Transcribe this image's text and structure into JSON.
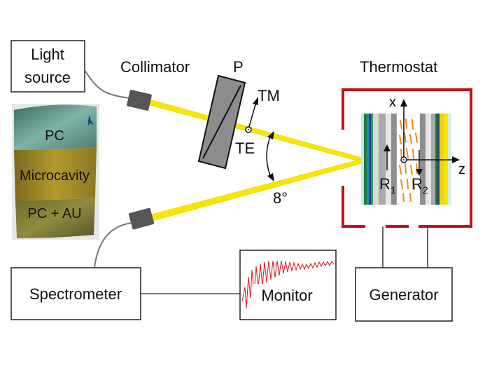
{
  "labels": {
    "light_source_line1": "Light",
    "light_source_line2": "source",
    "collimator": "Collimator",
    "polarizer": "P",
    "tm": "TM",
    "te": "TE",
    "angle": "8°",
    "thermostat": "Thermostat",
    "axis_x": "x",
    "axis_z": "z",
    "r1": "R",
    "r1_sub": "1",
    "r2": "R",
    "r2_sub": "2",
    "spectrometer": "Spectrometer",
    "monitor": "Monitor",
    "generator": "Generator"
  },
  "sample": {
    "pc_top": "PC",
    "microcavity": "Microcavity",
    "pc_au": "PC + AU"
  },
  "colors": {
    "beam": "#f7e600",
    "thermostat_frame": "#c0141c",
    "monitor_trace": "#e0141c",
    "collimator_block": "#555555"
  }
}
